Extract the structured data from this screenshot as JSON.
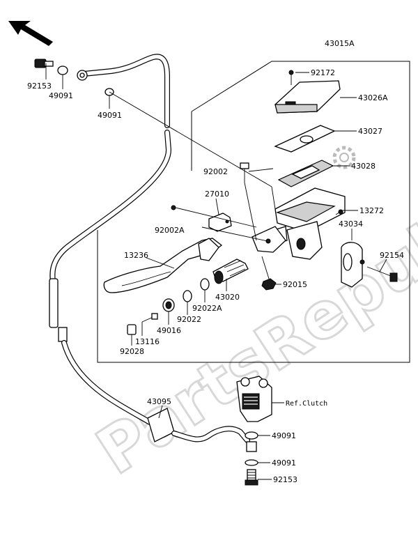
{
  "watermark": {
    "text": "PartsRepublik"
  },
  "callouts": [
    {
      "id": "c43015a",
      "text": "43015A"
    },
    {
      "id": "c92172",
      "text": "92172"
    },
    {
      "id": "c43026a",
      "text": "43026A"
    },
    {
      "id": "c43027",
      "text": "43027"
    },
    {
      "id": "c43028",
      "text": "43028"
    },
    {
      "id": "c92002",
      "text": "92002"
    },
    {
      "id": "c27010",
      "text": "27010"
    },
    {
      "id": "c92002a",
      "text": "92002A"
    },
    {
      "id": "c13272",
      "text": "13272"
    },
    {
      "id": "c43034",
      "text": "43034"
    },
    {
      "id": "c13236",
      "text": "13236"
    },
    {
      "id": "c92154",
      "text": "92154"
    },
    {
      "id": "c92015",
      "text": "92015"
    },
    {
      "id": "c43020",
      "text": "43020"
    },
    {
      "id": "c92022a",
      "text": "92022A"
    },
    {
      "id": "c92022",
      "text": "92022"
    },
    {
      "id": "c49016",
      "text": "49016"
    },
    {
      "id": "c13116",
      "text": "13116"
    },
    {
      "id": "c92028",
      "text": "92028"
    },
    {
      "id": "c92153a",
      "text": "92153"
    },
    {
      "id": "c49091a",
      "text": "49091"
    },
    {
      "id": "c49091b",
      "text": "49091"
    },
    {
      "id": "c43095",
      "text": "43095"
    },
    {
      "id": "cref",
      "text": "Ref.Clutch"
    },
    {
      "id": "c49091c",
      "text": "49091"
    },
    {
      "id": "c49091d",
      "text": "49091"
    },
    {
      "id": "c92153b",
      "text": "92153"
    }
  ]
}
